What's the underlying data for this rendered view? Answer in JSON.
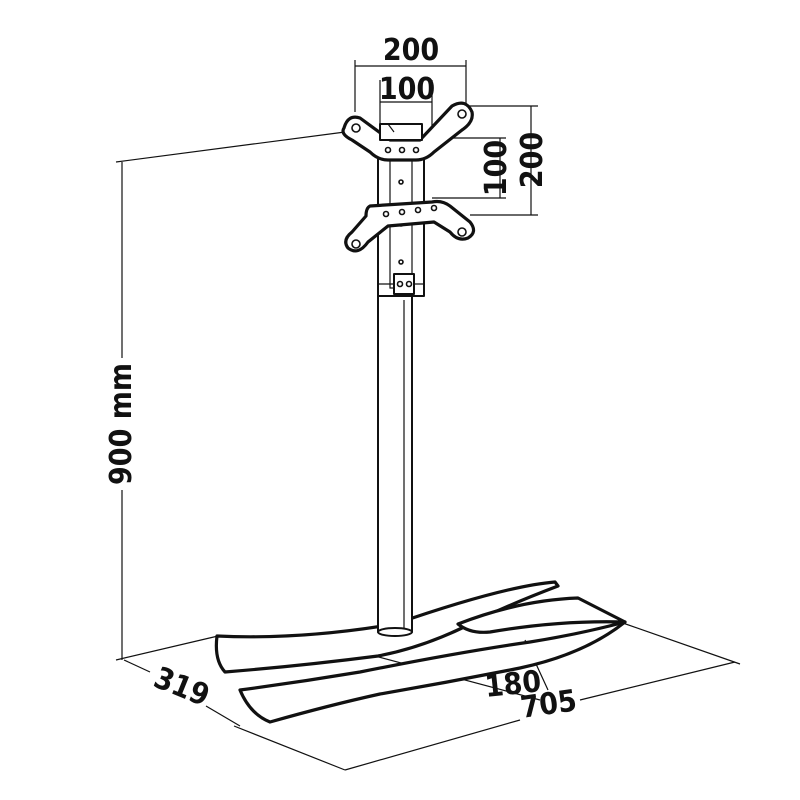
{
  "dimensions": {
    "height": "900 mm",
    "vesa_horizontal_outer": "200",
    "vesa_horizontal_inner": "100",
    "vesa_vertical_inner": "100",
    "vesa_vertical_outer": "200",
    "base_depth": "319",
    "base_gap": "180",
    "base_width": "705"
  },
  "colors": {
    "line": "#111111",
    "background": "#ffffff"
  }
}
